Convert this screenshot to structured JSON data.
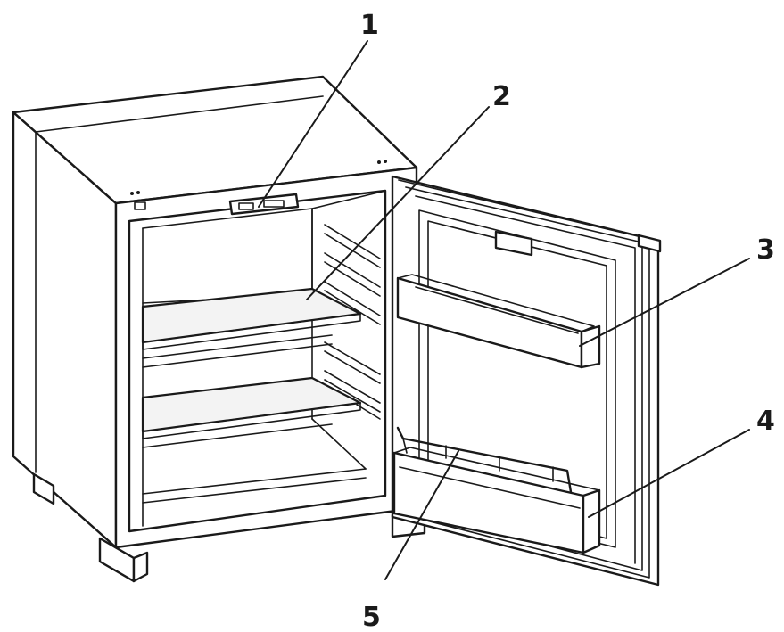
{
  "diagram": {
    "subject": "open-minibar-fridge",
    "callouts": [
      {
        "id": "c1",
        "label": "1"
      },
      {
        "id": "c2",
        "label": "2"
      },
      {
        "id": "c3",
        "label": "3"
      },
      {
        "id": "c4",
        "label": "4"
      },
      {
        "id": "c5",
        "label": "5"
      }
    ]
  }
}
